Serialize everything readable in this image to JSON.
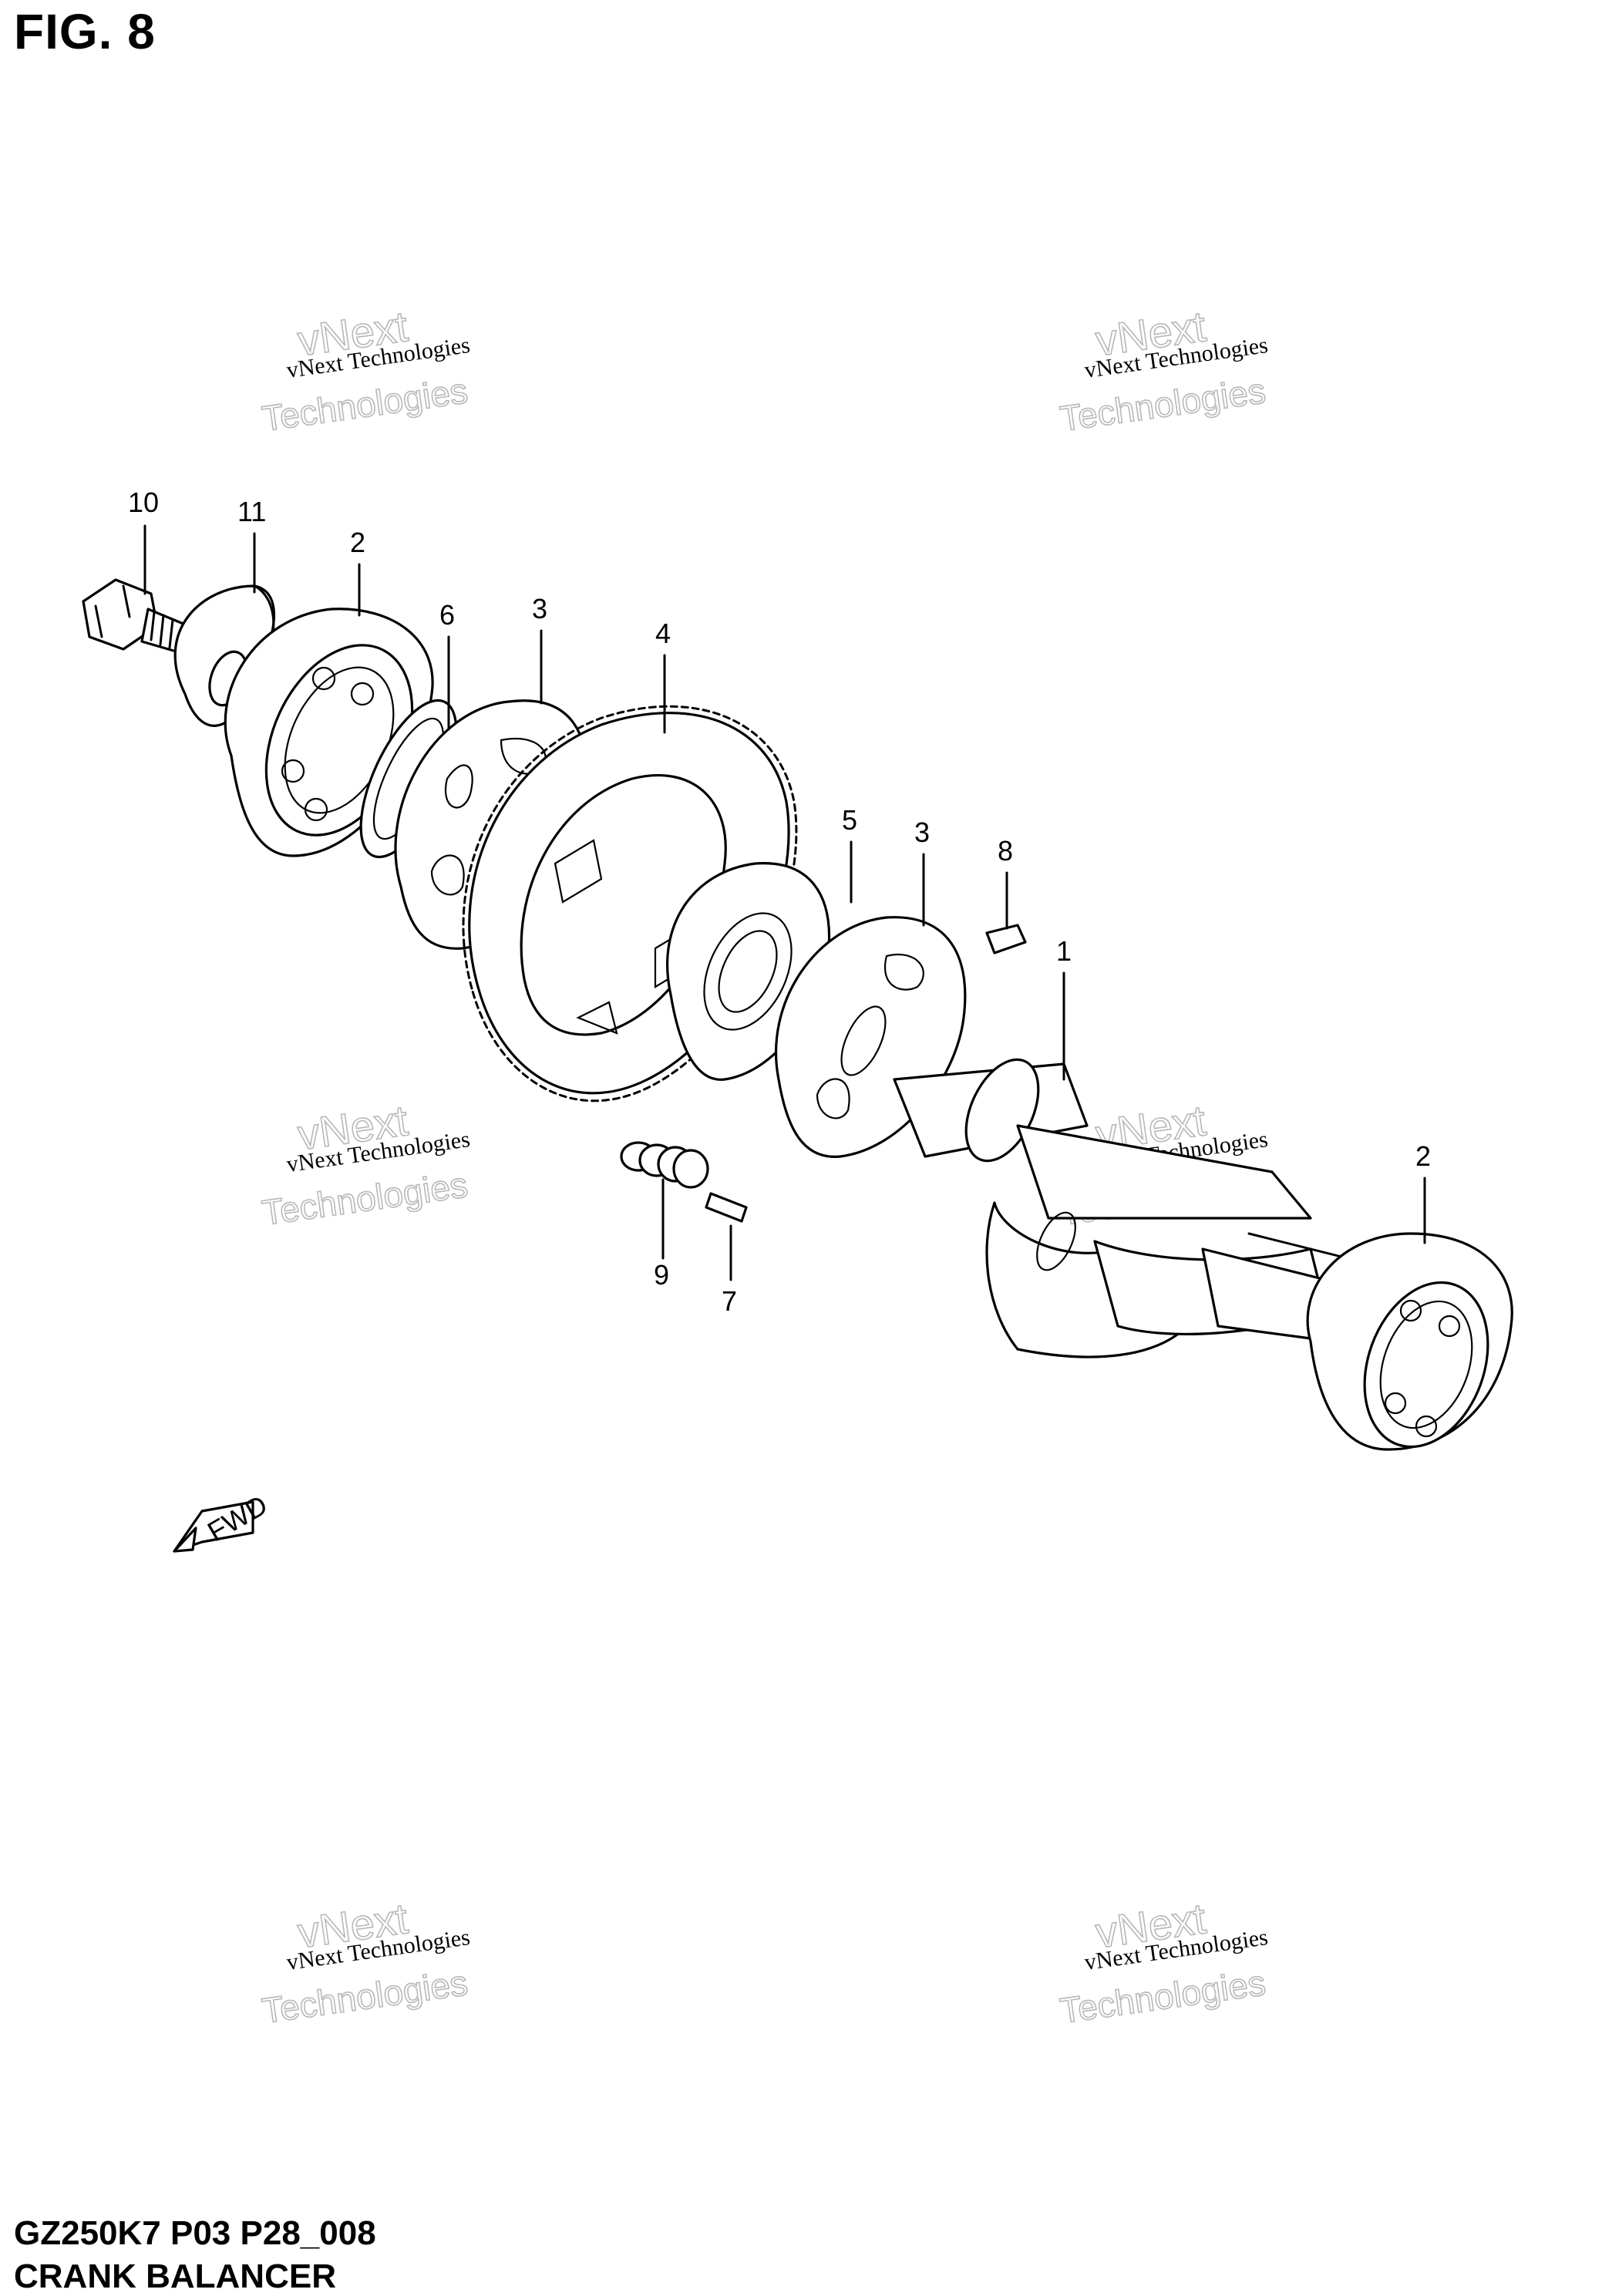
{
  "figure": {
    "title": "FIG. 8",
    "code": "GZ250K7 P03 P28_008",
    "name": "CRANK BALANCER"
  },
  "watermark": {
    "line1": "vNext",
    "line2": "vNext Technologies",
    "line3": "Technologies"
  },
  "fwd_label": "FWD",
  "callouts": [
    {
      "id": "c10",
      "label": "10"
    },
    {
      "id": "c11",
      "label": "11"
    },
    {
      "id": "c2a",
      "label": "2"
    },
    {
      "id": "c6",
      "label": "6"
    },
    {
      "id": "c3a",
      "label": "3"
    },
    {
      "id": "c4",
      "label": "4"
    },
    {
      "id": "c5",
      "label": "5"
    },
    {
      "id": "c3b",
      "label": "3"
    },
    {
      "id": "c8",
      "label": "8"
    },
    {
      "id": "c1",
      "label": "1"
    },
    {
      "id": "c9",
      "label": "9"
    },
    {
      "id": "c7",
      "label": "7"
    },
    {
      "id": "c2b",
      "label": "2"
    }
  ]
}
